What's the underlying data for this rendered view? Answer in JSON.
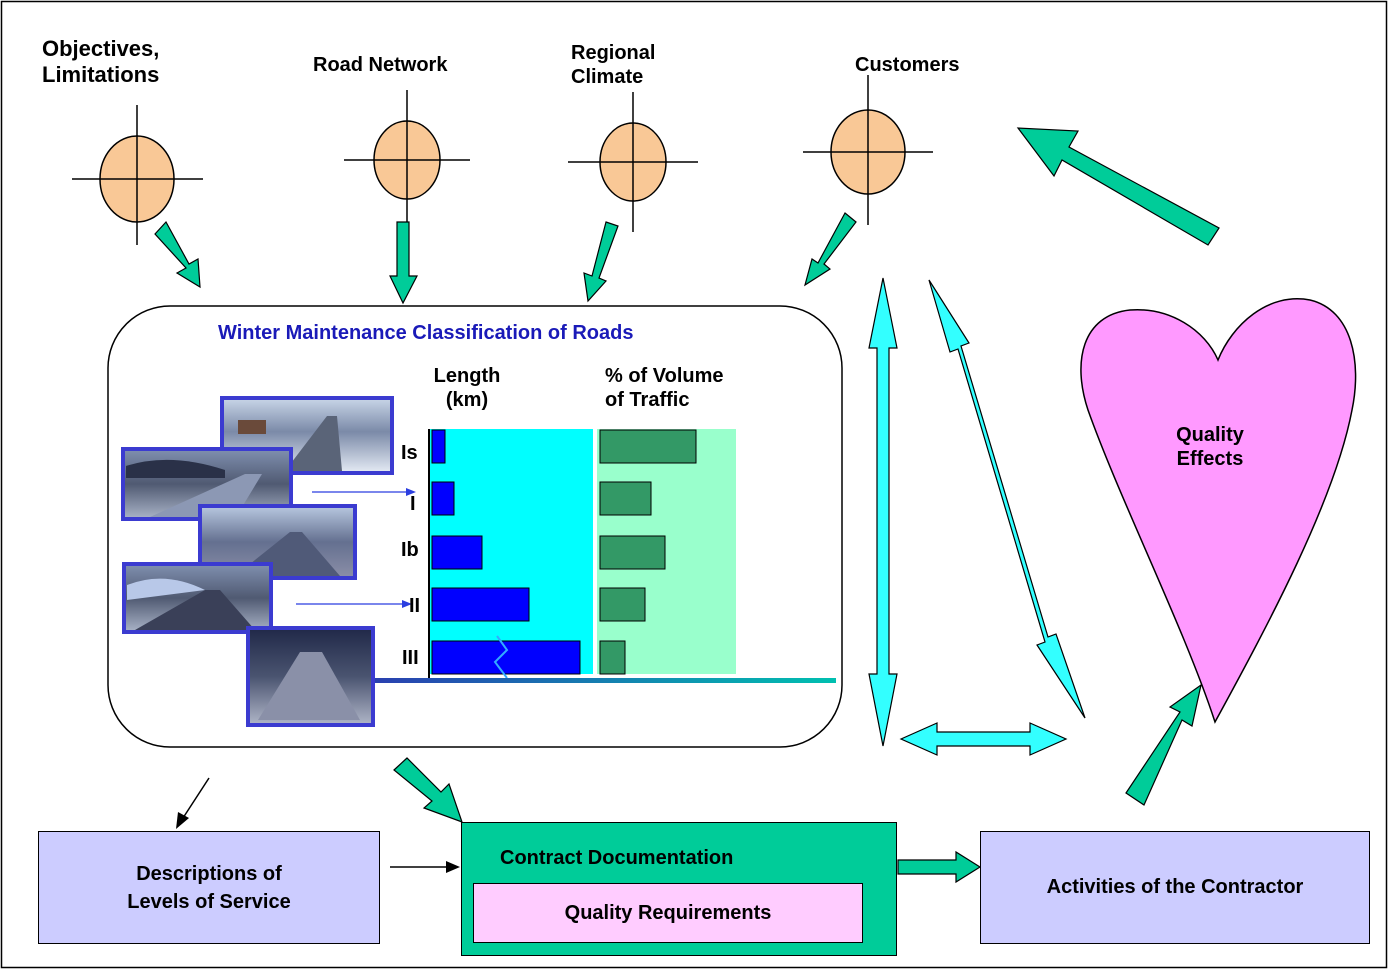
{
  "inputs": [
    {
      "label": "Objectives,\nLimitations"
    },
    {
      "label": "Road Network"
    },
    {
      "label": "Regional\nClimate"
    },
    {
      "label": "Customers"
    }
  ],
  "classification": {
    "title": "Winter Maintenance Classification of Roads",
    "length_header": "Length\n(km)",
    "traffic_header": "% of Volume\nof Traffic",
    "classes": [
      "Is",
      "I",
      "Ib",
      "II",
      "III"
    ],
    "length_values": [
      0.08,
      0.13,
      0.3,
      0.58,
      0.88
    ],
    "traffic_values": [
      0.72,
      0.38,
      0.49,
      0.34,
      0.19
    ]
  },
  "quality_effects": "Quality\nEffects",
  "boxes": {
    "descriptions": "Descriptions of\nLevels of Service",
    "contract": "Contract Documentation",
    "quality_req": "Quality Requirements",
    "activities": "Activities of the Contractor"
  },
  "colors": {
    "input_circle": "#f9c896",
    "green_arrow": "#00cc99",
    "cyan_arrow": "#33ffff",
    "heart": "#ff99ff",
    "length_bg": "#00ffff",
    "length_bar": "#0000ff",
    "traffic_bg": "#99ffcc",
    "traffic_bar": "#339966",
    "lavender_box": "#ccccff",
    "contract_box": "#00cc99",
    "quality_box": "#ffccff"
  }
}
